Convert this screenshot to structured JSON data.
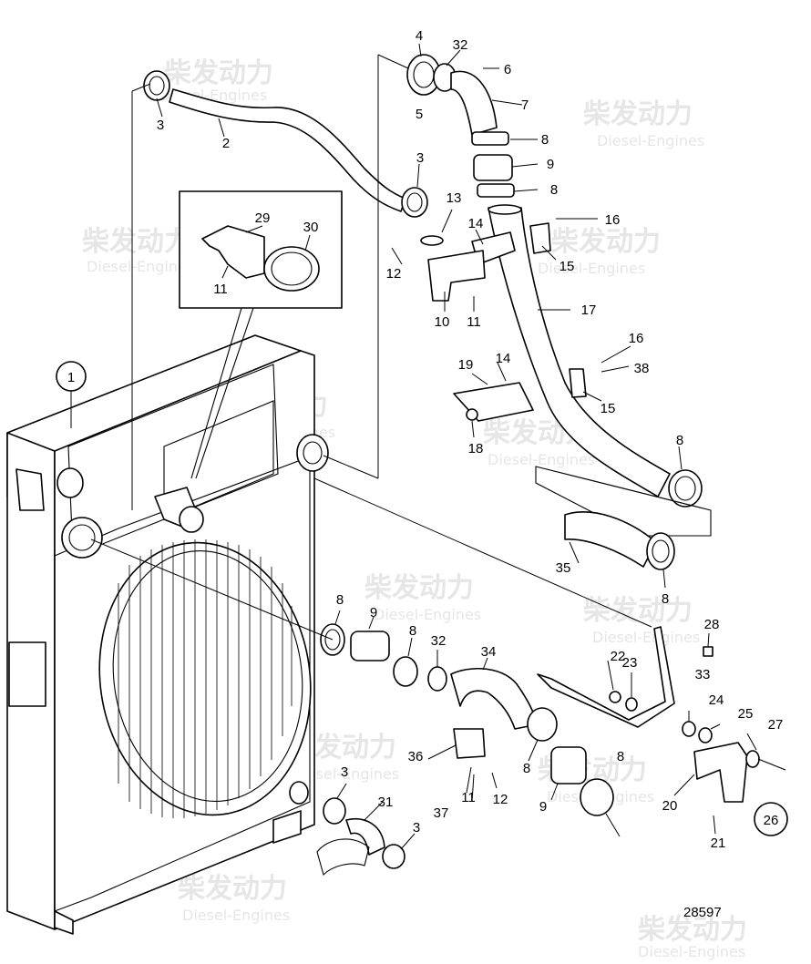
{
  "drawing": {
    "number": "28597",
    "watermark": {
      "chinese": "柴发动力",
      "english": "Diesel-Engines"
    }
  },
  "callouts": {
    "c1": "1",
    "c2": "2",
    "c3": "3",
    "c4": "4",
    "c5": "5",
    "c6": "6",
    "c7": "7",
    "c8": "8",
    "c9": "9",
    "c10": "10",
    "c11": "11",
    "c12": "12",
    "c13": "13",
    "c14": "14",
    "c15": "15",
    "c16": "16",
    "c17": "17",
    "c18": "18",
    "c19": "19",
    "c20": "20",
    "c21": "21",
    "c22": "22",
    "c23": "23",
    "c24": "24",
    "c25": "25",
    "c26": "26",
    "c27": "27",
    "c28": "28",
    "c29": "29",
    "c30": "30",
    "c31": "31",
    "c32": "32",
    "c33": "33",
    "c34": "34",
    "c35": "35",
    "c36": "36",
    "c37": "37",
    "c38": "38"
  }
}
